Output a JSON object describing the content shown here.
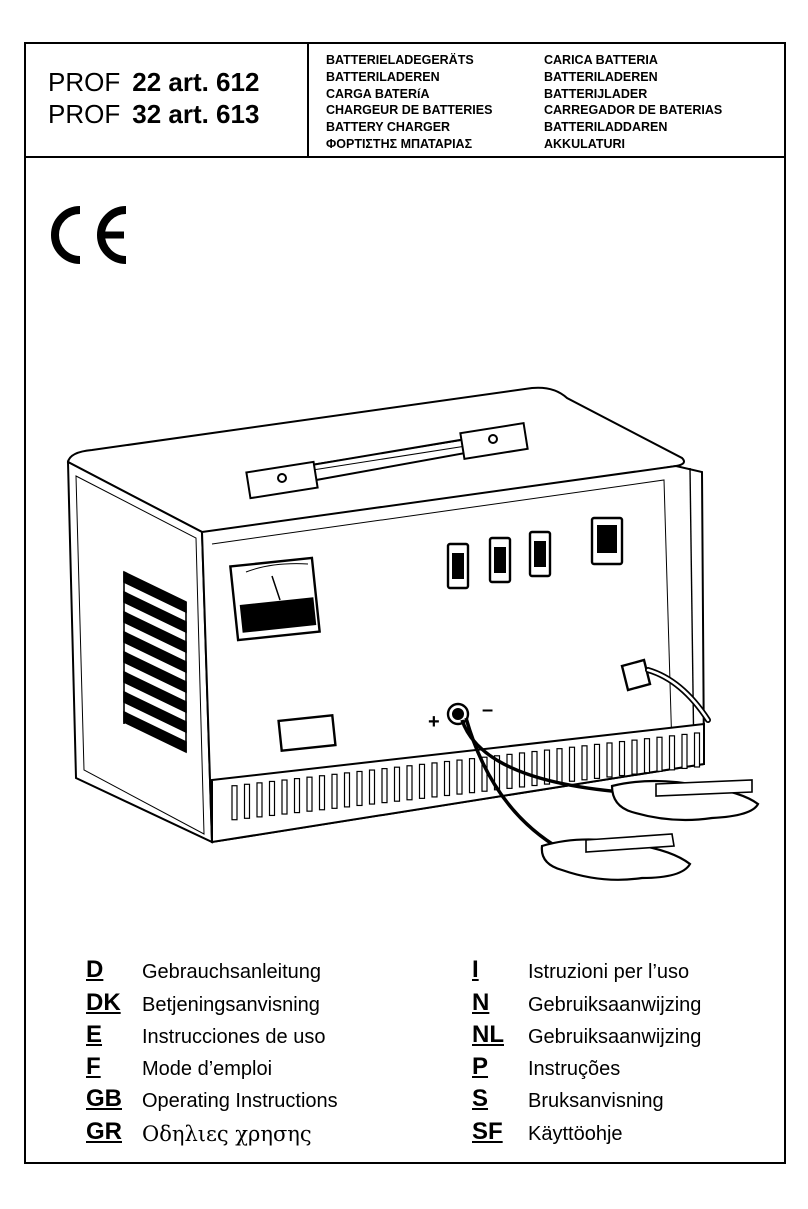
{
  "header": {
    "models": [
      {
        "name": "PROF",
        "number": "22 art. 612"
      },
      {
        "name": "PROF",
        "number": "32 art. 613"
      }
    ],
    "titles_col1": [
      "BATTERIELADEGERÄTS",
      "BATTERILADEREN",
      "CARGA BATERíA",
      "CHARGEUR DE BATTERIES",
      "BATTERY CHARGER",
      "ΦΟΡΤΙΣΤΗΣ ΜΠΑΤΑΡΙΑΣ"
    ],
    "titles_col2": [
      "CARICA BATTERIA",
      "BATTERILADEREN",
      "BATTERIJLADER",
      "CARREGADOR DE BATERIAS",
      "BATTERILADDAREN",
      "AKKULATURI"
    ]
  },
  "ce_mark": "CE",
  "illustration": {
    "subject": "battery-charger",
    "polarity_plus": "+",
    "polarity_minus": "–"
  },
  "languages_left": [
    {
      "code": "D",
      "label": "Gebrauchsanleitung"
    },
    {
      "code": "DK",
      "label": "Betjeningsanvisning"
    },
    {
      "code": "E",
      "label": "Instrucciones de uso"
    },
    {
      "code": "F",
      "label": "Mode d’emploi"
    },
    {
      "code": "GB",
      "label": "Operating Instructions"
    },
    {
      "code": "GR",
      "label": "Οδηλιες χρησης"
    }
  ],
  "languages_right": [
    {
      "code": "I",
      "label": "Istruzioni per l’uso"
    },
    {
      "code": "N",
      "label": "Gebruiksaanwijzing"
    },
    {
      "code": "NL",
      "label": "Gebruiksaanwijzing"
    },
    {
      "code": "P",
      "label": "Instruções"
    },
    {
      "code": "S",
      "label": "Bruksanvisning"
    },
    {
      "code": "SF",
      "label": "Käyttöohje"
    }
  ]
}
